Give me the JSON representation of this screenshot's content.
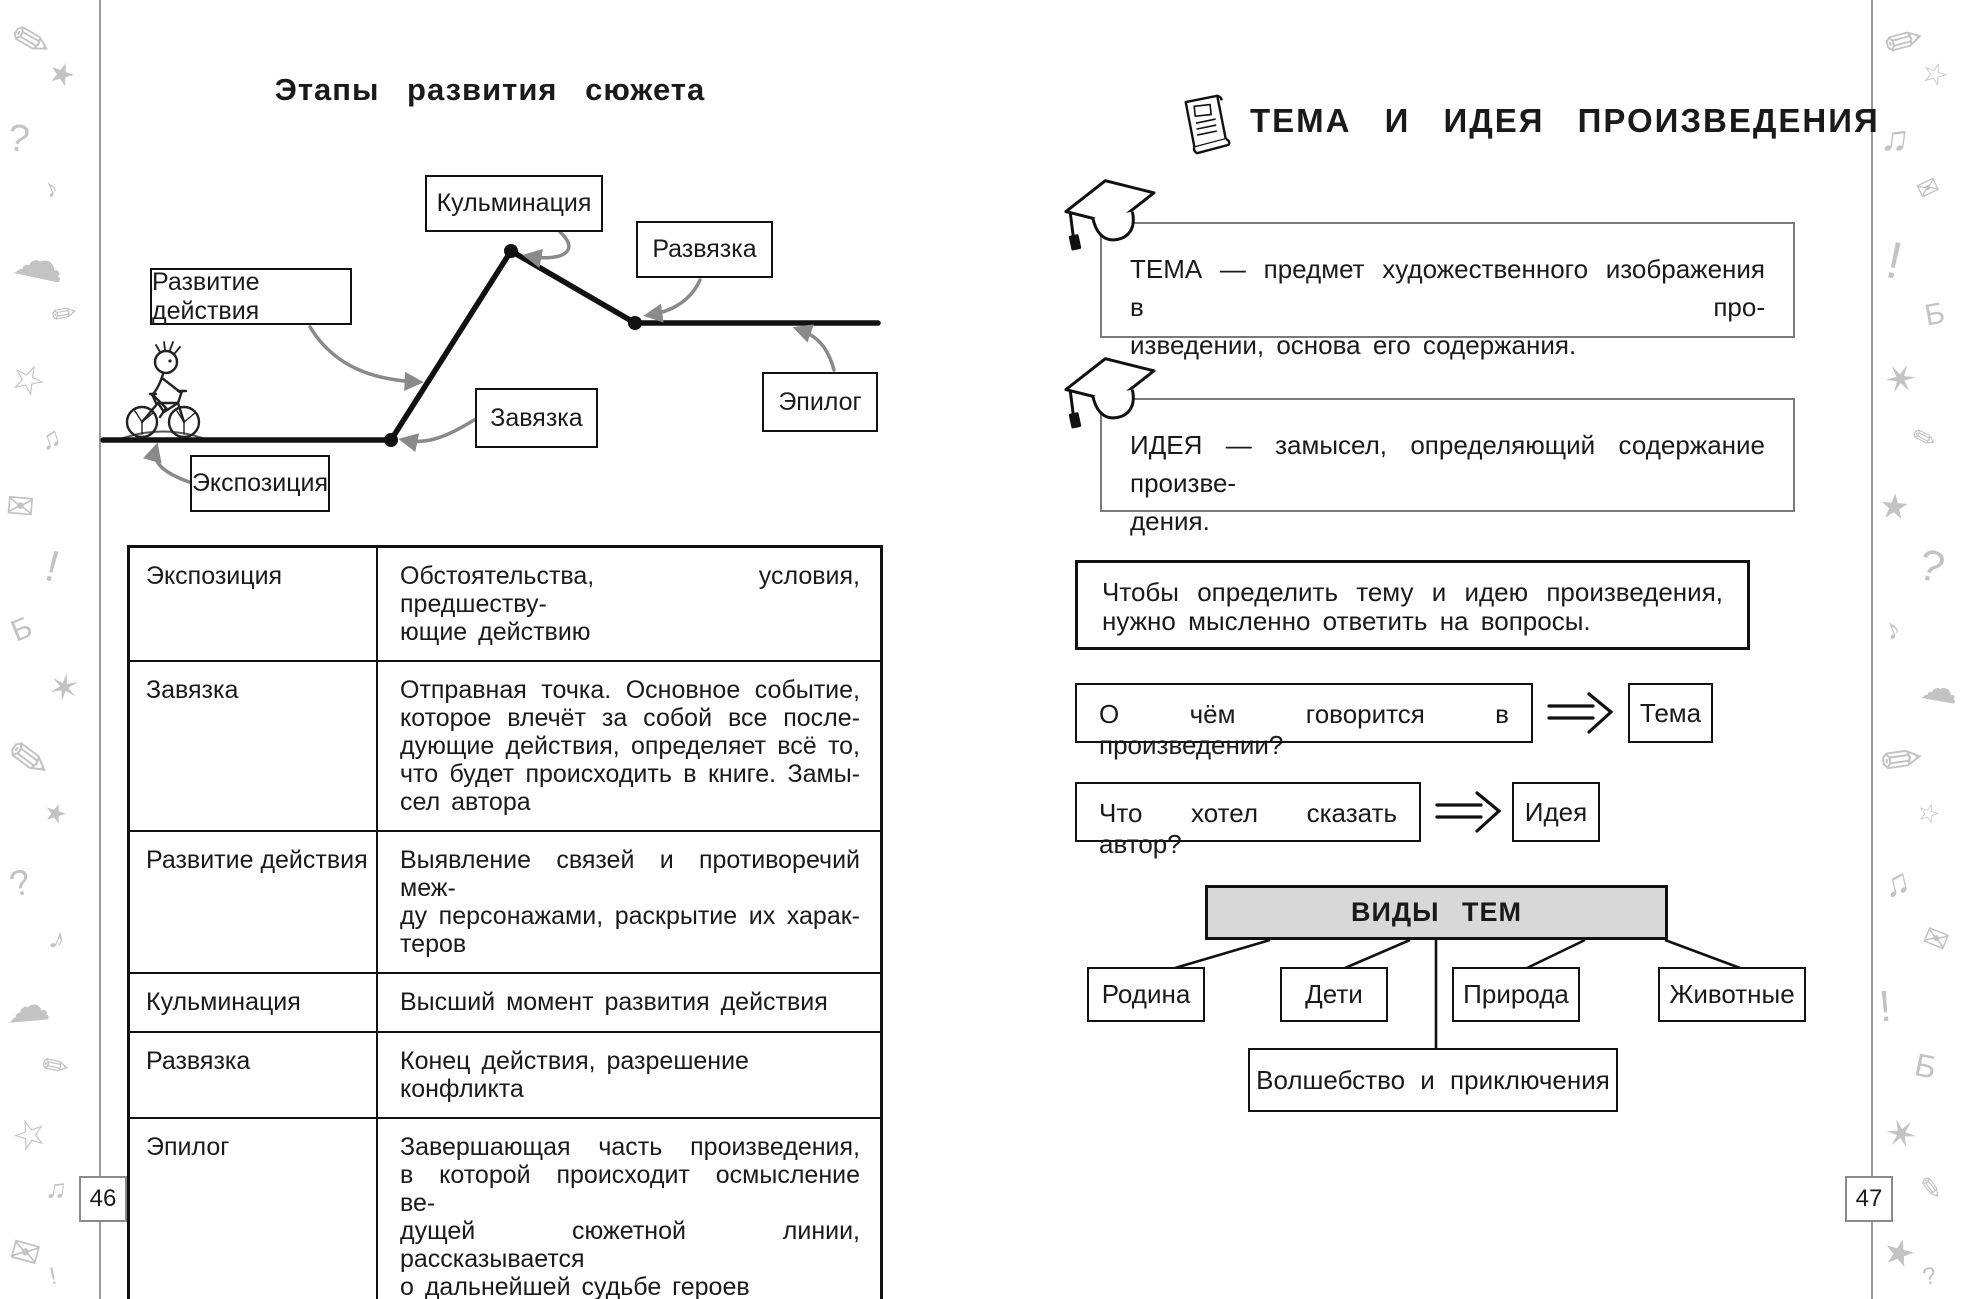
{
  "left_page": {
    "page_number": "46",
    "diagram": {
      "title": "Этапы развития сюжета",
      "labels": {
        "kulminaciya": "Кульминация",
        "razvyazka": "Развязка",
        "razvitie": "Развитие действия",
        "zavyazka": "Завязка",
        "epilog": "Эпилог",
        "ekspoziciya": "Экспозиция"
      }
    },
    "table": {
      "rows": [
        {
          "term": "Экспозиция",
          "def_lines": [
            "Обстоятельства, условия, предшеству-",
            "ющие действию"
          ]
        },
        {
          "term": "Завязка",
          "def_lines": [
            "Отправная точка. Основное событие,",
            "которое влечёт за собой все после-",
            "дующие действия, определяет всё то,",
            "что будет происходить в книге. Замы-",
            "сел автора"
          ]
        },
        {
          "term": "Развитие действия",
          "def_lines": [
            "Выявление связей и противоречий меж-",
            "ду персонажами, раскрытие их харак-",
            "теров"
          ]
        },
        {
          "term": "Кульминация",
          "def_lines": [
            "Высший момент развития действия"
          ]
        },
        {
          "term": "Развязка",
          "def_lines": [
            "Конец действия, разрешение конфликта"
          ]
        },
        {
          "term": "Эпилог",
          "def_lines": [
            "Завершающая часть произведения,",
            "в которой происходит осмысление ве-",
            "дущей сюжетной линии, рассказывается",
            "о дальнейшей судьбе героев"
          ]
        }
      ]
    }
  },
  "right_page": {
    "page_number": "47",
    "title": "ТЕМА И ИДЕЯ ПРОИЗВЕДЕНИЯ",
    "tema_def_lines": [
      "ТЕМА — предмет художественного изображения в про-",
      "изведении, основа его содержания."
    ],
    "ideya_def_lines": [
      "ИДЕЯ — замысел, определяющий содержание произве-",
      "дения."
    ],
    "note_lines": [
      "Чтобы определить тему и идею произведения,",
      "нужно мысленно ответить на вопросы."
    ],
    "q1": {
      "question": "О чём говорится в произведении?",
      "answer": "Тема"
    },
    "q2": {
      "question": "Что хотел сказать автор?",
      "answer": "Идея"
    },
    "vidy_tem": {
      "title": "ВИДЫ ТЕМ",
      "children": [
        "Родина",
        "Дети",
        "Природа",
        "Животные"
      ],
      "bottom": "Волшебство и приключения"
    }
  },
  "decorations": {
    "doodle_glyphs": [
      "✎",
      "★",
      "?",
      "♪",
      "☁",
      "✏",
      "☆",
      "♫",
      "✉",
      "!",
      "Б",
      "✶"
    ]
  },
  "colors": {
    "ink": "#1a1a1a",
    "gray_arrow": "#8a8a8a",
    "page_rule": "#9a9a9a",
    "vidy_fill": "#d8d8d8",
    "doodle": "#c3c3c3"
  }
}
